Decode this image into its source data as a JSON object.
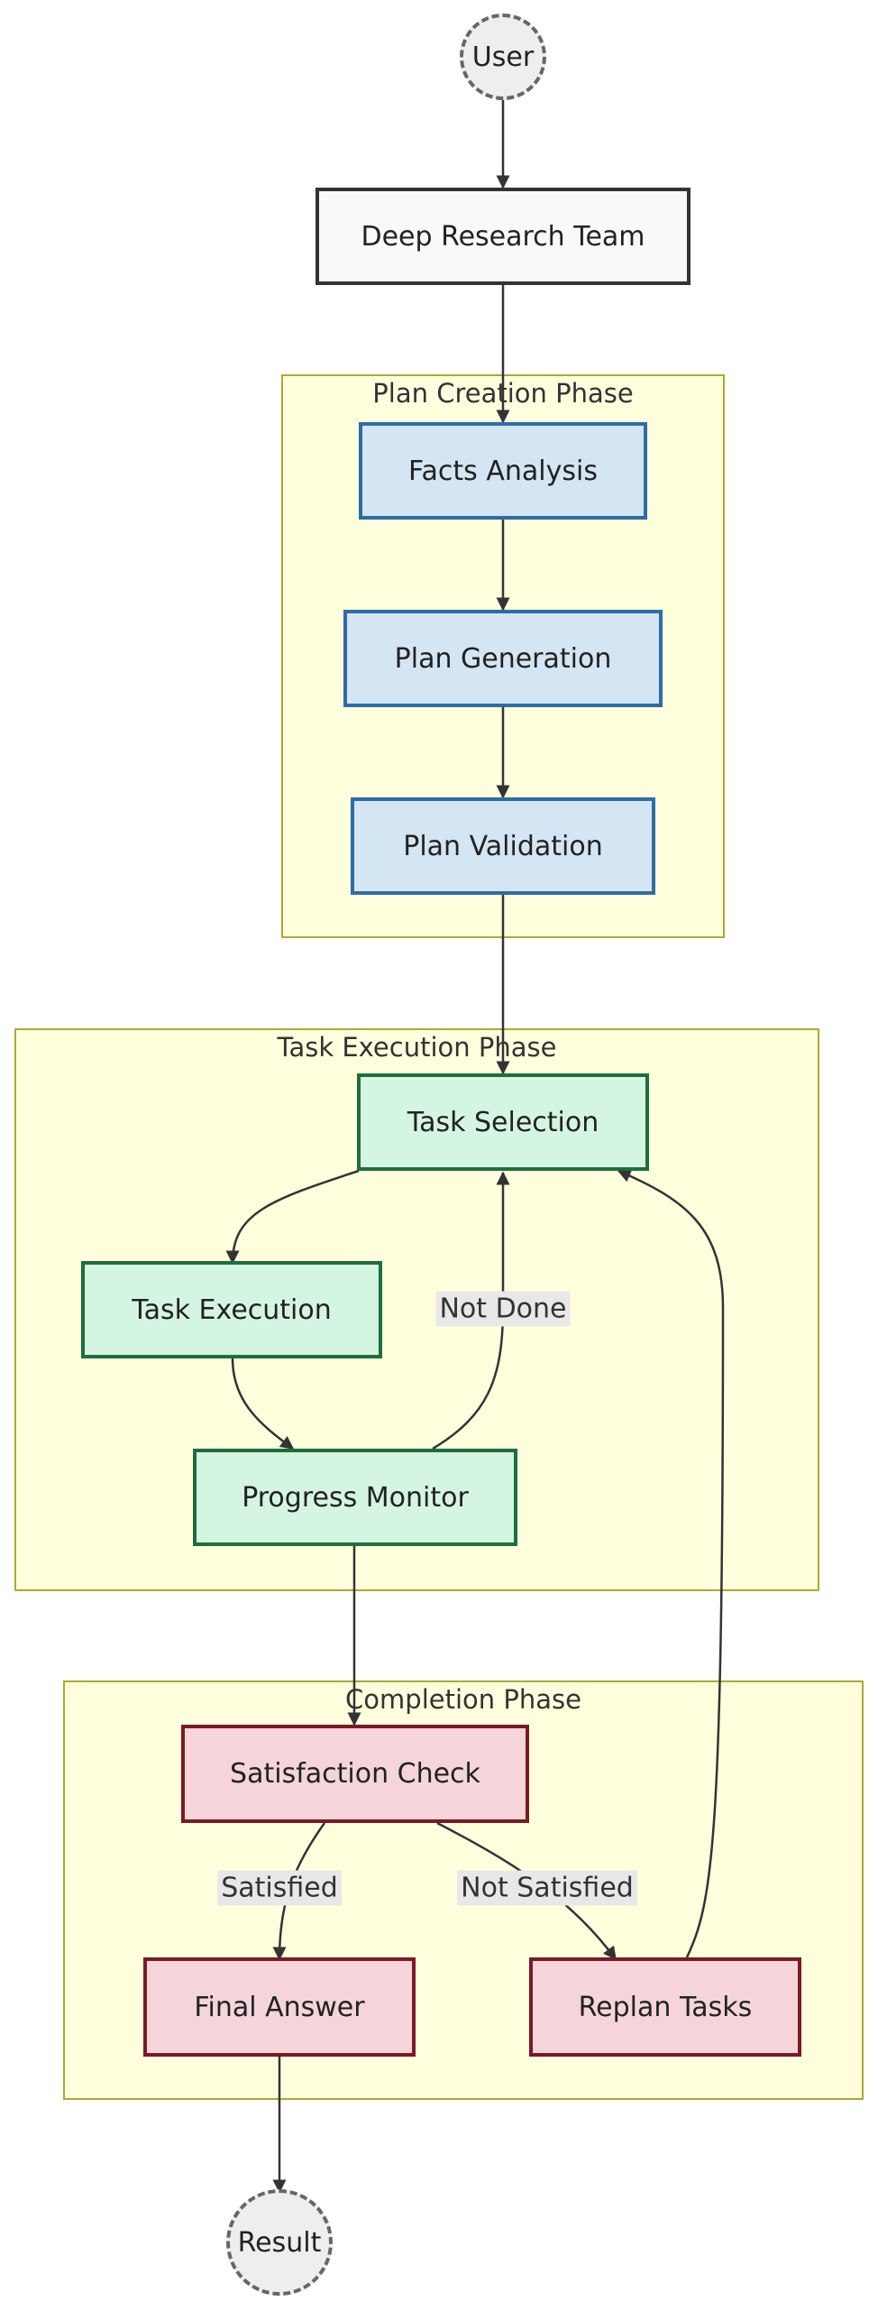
{
  "nodes": {
    "user": "User",
    "deep_research_team": "Deep Research Team",
    "facts_analysis": "Facts Analysis",
    "plan_generation": "Plan Generation",
    "plan_validation": "Plan Validation",
    "task_selection": "Task Selection",
    "task_execution": "Task Execution",
    "progress_monitor": "Progress Monitor",
    "satisfaction_check": "Satisfaction Check",
    "final_answer": "Final Answer",
    "replan_tasks": "Replan Tasks",
    "result": "Result"
  },
  "phases": {
    "plan_creation": "Plan Creation Phase",
    "task_execution": "Task Execution Phase",
    "completion": "Completion Phase"
  },
  "edge_labels": {
    "not_done": "Not Done",
    "satisfied": "Satisfied",
    "not_satisfied": "Not Satisfied"
  },
  "colors": {
    "phase_fill": "#ffffde",
    "phase_border": "#aaaa33",
    "plan_fill": "#d4e5f4",
    "plan_border": "#2e6da4",
    "task_fill": "#d5f5e3",
    "task_border": "#1e6e3c",
    "completion_fill": "#f5d5da",
    "completion_border": "#7a1a26",
    "edge": "#333333"
  }
}
